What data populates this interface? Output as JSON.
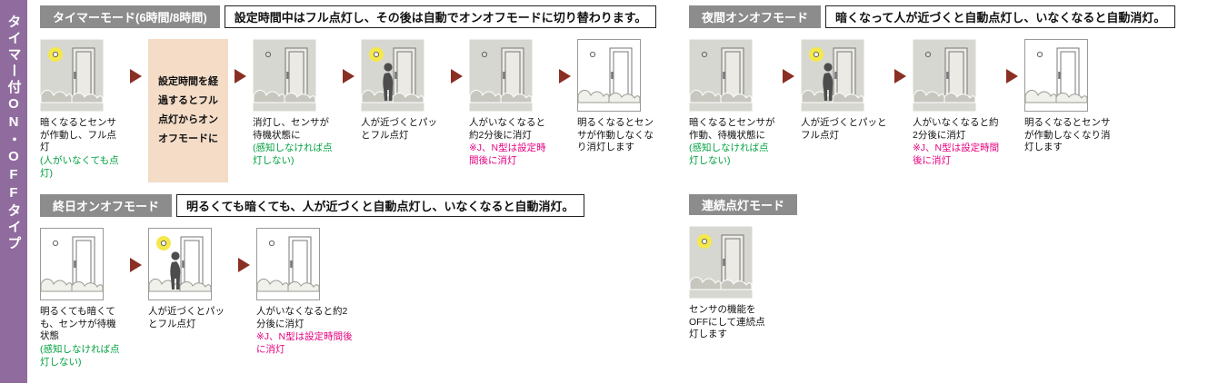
{
  "sidebar": {
    "label": "タイマー付ON・OFFタイプ"
  },
  "sections": {
    "timer": {
      "header": "タイマーモード(6時間/8時間)",
      "description": "設定時間中はフル点灯し、その後は自動でオンオフモードに切り替わります。",
      "steps": {
        "s1": {
          "variant": "night-lit",
          "caption": "暗くなるとセンサが作動し、フル点灯",
          "note_green": "(人がいなくても点灯)"
        },
        "box": {
          "text": "設定時間を経過するとフル点灯からオンオフモードに"
        },
        "s2": {
          "variant": "night-off",
          "caption": "消灯し、センサが待機状態に",
          "note_green": "(感知しなければ点灯しない)"
        },
        "s3": {
          "variant": "night-person-lit",
          "caption": "人が近づくとパッとフル点灯"
        },
        "s4": {
          "variant": "night-off",
          "caption": "人がいなくなると約2分後に消灯",
          "note_pink": "※J、N型は設定時間後に消灯"
        },
        "s5": {
          "variant": "day-off",
          "caption": "明るくなるとセンサが作動しなくなり消灯します"
        }
      }
    },
    "night": {
      "header": "夜間オンオフモード",
      "description": "暗くなって人が近づくと自動点灯し、いなくなると自動消灯。",
      "steps": {
        "s1": {
          "variant": "night-off",
          "caption": "暗くなるとセンサが作動、待機状態に",
          "note_green": "(感知しなければ点灯しない)"
        },
        "s2": {
          "variant": "night-person-lit",
          "caption": "人が近づくとパッとフル点灯"
        },
        "s3": {
          "variant": "night-off",
          "caption": "人がいなくなると約2分後に消灯",
          "note_pink": "※J、N型は設定時間後に消灯"
        },
        "s4": {
          "variant": "day-off",
          "caption": "明るくなるとセンサが作動しなくなり消灯します"
        }
      }
    },
    "allday": {
      "header": "終日オンオフモード",
      "description": "明るくても暗くても、人が近づくと自動点灯し、いなくなると自動消灯。",
      "steps": {
        "s1": {
          "variant": "day-off",
          "caption": "明るくても暗くても、センサが待機状態",
          "note_green": "(感知しなければ点灯しない)"
        },
        "s2": {
          "variant": "day-person-lit",
          "caption": "人が近づくとパッとフル点灯"
        },
        "s3": {
          "variant": "day-off",
          "caption": "人がいなくなると約2分後に消灯",
          "note_pink": "※J、N型は設定時間後に消灯"
        }
      }
    },
    "continuous": {
      "header": "連続点灯モード",
      "steps": {
        "s1": {
          "variant": "night-lit",
          "caption": "センサの機能をOFFにして連続点灯します"
        }
      }
    }
  },
  "colors": {
    "accent_purple": "#8f6b9e",
    "header_gray": "#8c8c8c",
    "arrow_red": "#8a2f24",
    "note_green": "#00a040",
    "note_pink": "#e4007f",
    "box_beige": "#f4dcc7",
    "night_bg": "#d7d7d1",
    "glow_yellow": "#f5e84a"
  }
}
